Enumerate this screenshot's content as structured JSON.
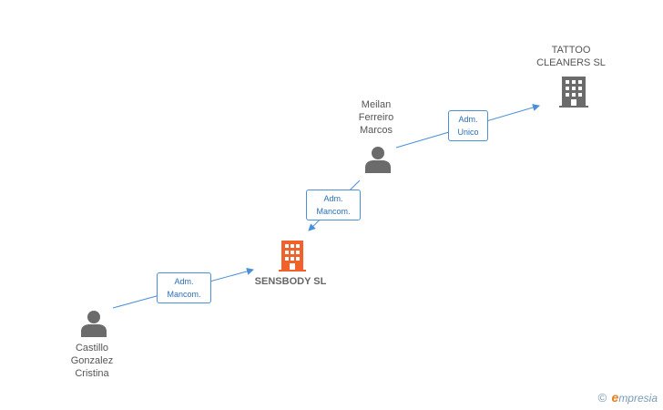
{
  "nodes": {
    "tattoo": {
      "name_line1": "TATTOO",
      "name_line2": "CLEANERS SL",
      "icon": "building-icon",
      "color": "#6b6b6b"
    },
    "meilan": {
      "name_line1": "Meilan",
      "name_line2": "Ferreiro",
      "name_line3": "Marcos",
      "icon": "person-icon",
      "color": "#6b6b6b"
    },
    "sensbody": {
      "name": "SENSBODY SL",
      "icon": "building-icon",
      "color": "#f0612b"
    },
    "castillo": {
      "name_line1": "Castillo",
      "name_line2": "Gonzalez",
      "name_line3": "Cristina",
      "icon": "person-icon",
      "color": "#6b6b6b"
    }
  },
  "edges": {
    "meilan_tattoo": {
      "line1": "Adm.",
      "line2": "Unico"
    },
    "meilan_sensbody": {
      "line1": "Adm.",
      "line2": "Mancom."
    },
    "castillo_sensbody": {
      "line1": "Adm.",
      "line2": "Mancom."
    }
  },
  "brand": {
    "copyright": "©",
    "initial": "e",
    "rest": "mpresia"
  },
  "colors": {
    "edge": "#4a90d9",
    "accent": "#f0612b"
  }
}
